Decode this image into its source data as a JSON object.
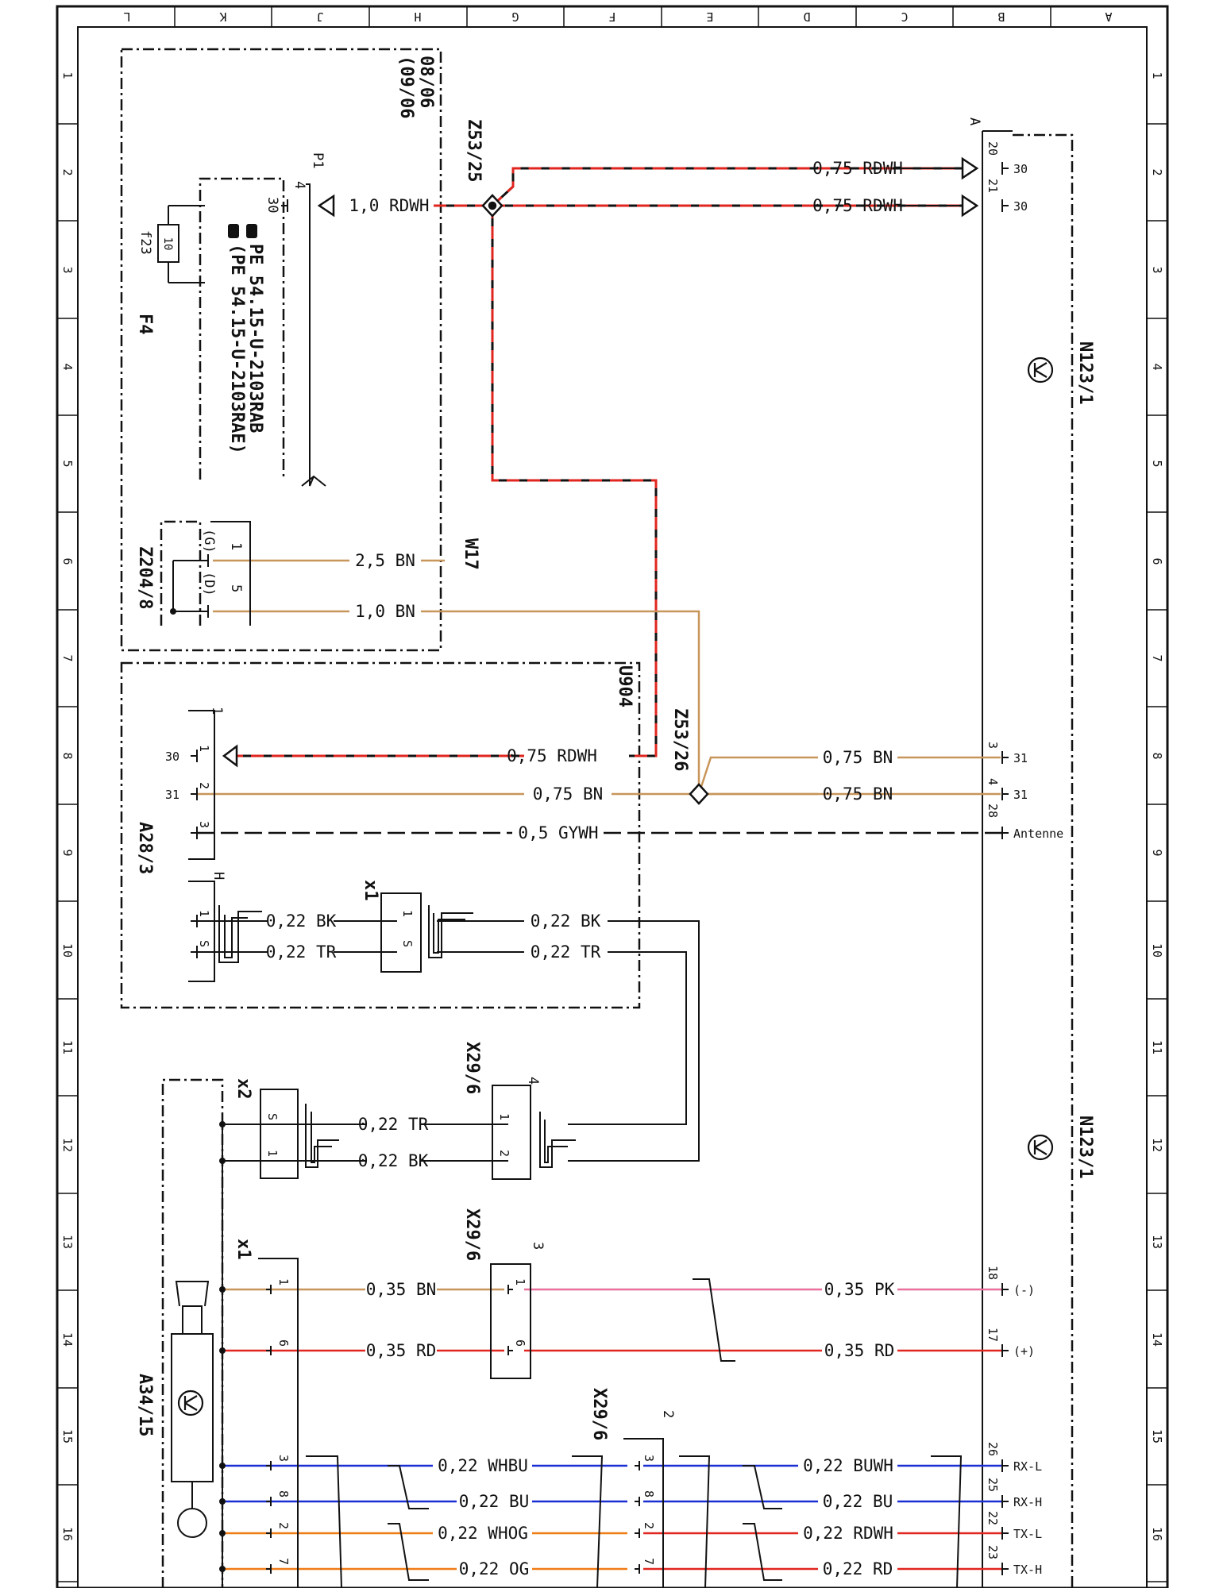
{
  "grid": {
    "columns_top": [
      "L",
      "K",
      "J",
      "H",
      "G",
      "F",
      "E",
      "D",
      "C",
      "B",
      "A"
    ],
    "rows_side": [
      "1",
      "2",
      "3",
      "4",
      "5",
      "6",
      "7",
      "8",
      "9",
      "10",
      "11",
      "12",
      "13",
      "14",
      "15",
      "16"
    ]
  },
  "colors": {
    "RDWH_red": "#e0261f",
    "BN": "#c8955a",
    "BK": "#111111",
    "PK": "#e8709a",
    "RD": "#e0261f",
    "BU": "#1a2fd1",
    "OG": "#f07b14",
    "GYWH": "#555555"
  },
  "components": {
    "n123_top": "N123/1",
    "n123_bottom": "N123/1",
    "n123_block": "A",
    "z53_25": "Z53/25",
    "z53_26": "Z53/26",
    "f4": "F4",
    "f23": "f23",
    "fuse_value": "10",
    "p1": "P1",
    "date_1": "08/06",
    "date_2": "(09/06",
    "pe_1": "PE 54.15-U-2103RAB",
    "pe_2": "(PE 54.15-U-2103RAE)",
    "z204_8": "Z204/8",
    "w17": "W17",
    "u904": "U904",
    "a28_3": "A28/3",
    "a28_block_1": "1",
    "a28_block_h": "H",
    "x1_upper": "x1",
    "x2": "x2",
    "x29_6_a": "X29/6",
    "x29_6_b": "X29/6",
    "x29_6_c": "X29/6",
    "x29_num_4": "4",
    "x29_num_3": "3",
    "x29_num_2": "2",
    "x1_lower": "x1",
    "a34_15": "A34/15",
    "p1_pin_4": "4",
    "p1_pin_30": "30",
    "z204_pin_1": "1",
    "z204_pin_g": "(G)",
    "z204_pin_5": "5",
    "z204_pin_d": "(D)"
  },
  "wires": {
    "w_rdwh_20": "0,75 RDWH",
    "w_rdwh_21": "0,75 RDWH",
    "w_rdwh_p1": "1,0 RDWH",
    "w_bn_25": "2,5 BN",
    "w_bn_10": "1,0 BN",
    "w_rdwh_a28": "0,75 RDWH",
    "w_bn_a28": "0,75 BN",
    "w_gywh": "0,5 GYWH",
    "w_bn_n3": "0,75 BN",
    "w_bn_n4": "0,75 BN",
    "w_bk_h1": "0,22 BK",
    "w_tr_h1": "0,22 TR",
    "w_bk_x1": "0,22 BK",
    "w_tr_x1": "0,22 TR",
    "w_tr_x2": "0,22 TR",
    "w_bk_x2": "0,22 BK",
    "w_bn_035": "0,35 BN",
    "w_rd_035": "0,35 RD",
    "w_pk_035": "0,35 PK",
    "w_rd_035_r": "0,35 RD",
    "w_whbu": "0,22 WHBU",
    "w_bu": "0,22 BU",
    "w_whog": "0,22 WHOG",
    "w_og": "0,22 OG",
    "w_buwh": "0,22 BUWH",
    "w_bu_r": "0,22 BU",
    "w_rdwh_r": "0,22 RDWH",
    "w_rd_r": "0,22 RD"
  },
  "pins": {
    "n_20": "20",
    "n_21": "21",
    "n_30a": "30",
    "n_30b": "30",
    "n_3": "3",
    "n_4": "4",
    "n_28": "28",
    "n_31a": "31",
    "n_31b": "31",
    "n_antenne": "Antenne",
    "n_18": "18",
    "n_17": "17",
    "n_minus": "(-)",
    "n_plus": "(+)",
    "n_26": "26",
    "n_25": "25",
    "n_22": "22",
    "n_23": "23",
    "n_rxl": "RX-L",
    "n_rxh": "RX-H",
    "n_txl": "TX-L",
    "n_txh": "TX-H",
    "a28_30": "30",
    "a28_31": "31",
    "a28_p1": "1",
    "a28_p2": "2",
    "a28_p3": "3",
    "h_1": "1",
    "h_s": "S",
    "x1_1": "1",
    "x1_s": "S",
    "x2_s": "S",
    "x2_1": "1",
    "x29a_1": "1",
    "x29a_2": "2",
    "x1l_1": "1",
    "x1l_6": "6",
    "x1l_3": "3",
    "x1l_8": "8",
    "x1l_2": "2",
    "x1l_7": "7",
    "x29b_1": "1",
    "x29b_6": "6",
    "x29c_3": "3",
    "x29c_8": "8",
    "x29c_2": "2",
    "x29c_7": "7"
  }
}
